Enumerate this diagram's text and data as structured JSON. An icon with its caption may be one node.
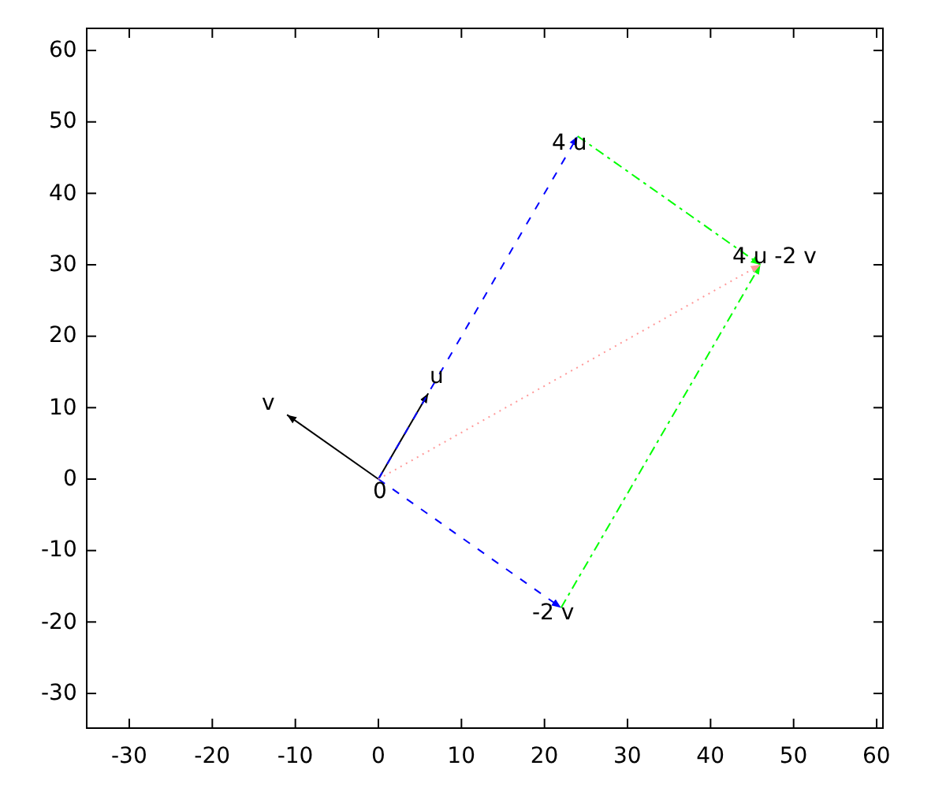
{
  "diagram": {
    "nodes": [
      {
        "text": [
          "4 u"
        ]
      },
      {
        "text": [
          "4 u -2 v"
        ]
      },
      {
        "text": [
          "u"
        ]
      },
      {
        "text": [
          "v"
        ]
      },
      {
        "text": [
          "0"
        ]
      },
      {
        "text": [
          "-2 v"
        ]
      }
    ],
    "edges": [
      {
        "from": 4,
        "to": 2,
        "arrow": "to"
      },
      {
        "from": 4,
        "to": 3,
        "arrow": "to"
      },
      {
        "from": 4,
        "to": 0,
        "arrow": "to",
        "style": "dashed",
        "color": "#0000ff"
      },
      {
        "from": 4,
        "to": 5,
        "arrow": "to",
        "style": "dashed",
        "color": "#0000ff"
      },
      {
        "from": 0,
        "to": 1,
        "arrow": "to",
        "style": "dashed",
        "color": "#00ff00"
      },
      {
        "from": 5,
        "to": 1,
        "arrow": "to",
        "style": "dashed",
        "color": "#00ff00"
      },
      {
        "from": 4,
        "to": 1,
        "arrow": "to",
        "style": "dashed",
        "color": "#ff9999"
      }
    ],
    "labels": [
      "60",
      "50",
      "40",
      "30",
      "20",
      "10",
      "0",
      "-10",
      "-20",
      "-30",
      "-30",
      "-20",
      "-10",
      "0",
      "10",
      "20",
      "30",
      "40",
      "50",
      "60"
    ]
  }
}
